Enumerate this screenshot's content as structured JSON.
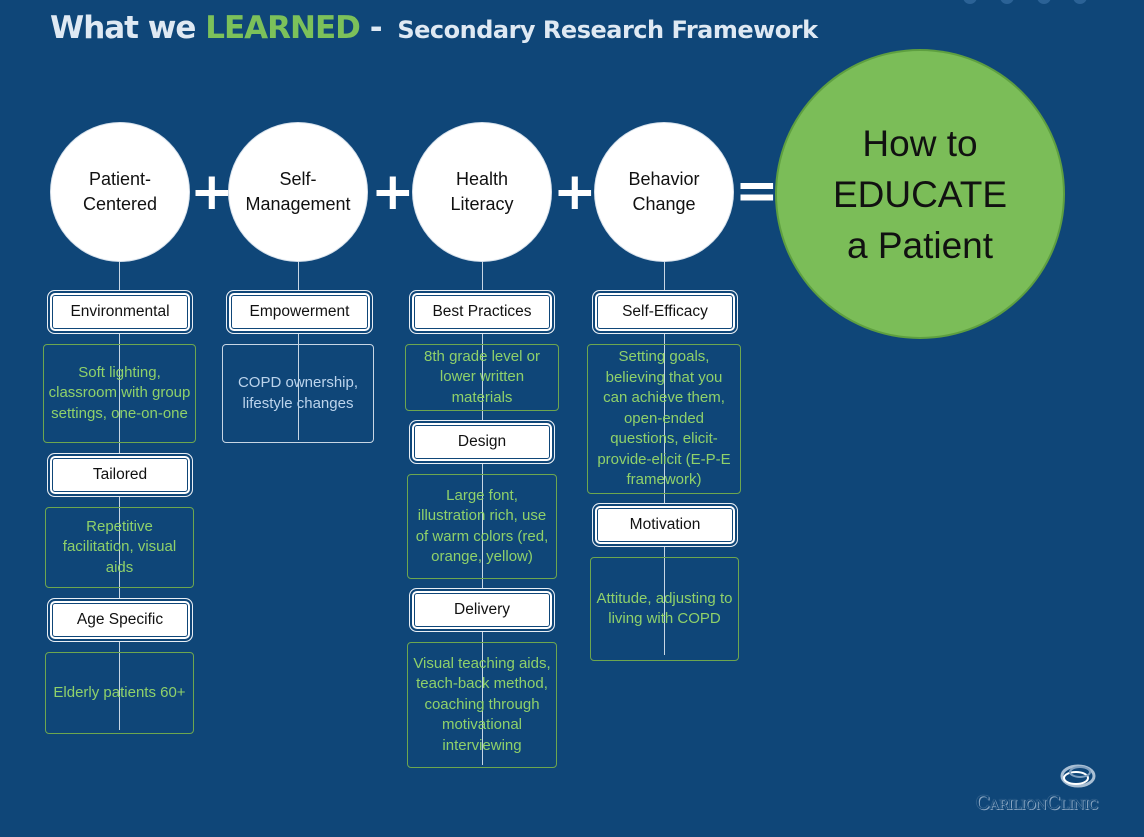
{
  "title": {
    "part1": "What we ",
    "part2": "LEARNED",
    "part3": " - ",
    "subtitle": "Secondary Research Framework"
  },
  "circles": [
    {
      "line1": "Patient-",
      "line2": "Centered"
    },
    {
      "line1": "Self-",
      "line2": "Management"
    },
    {
      "line1": "Health",
      "line2": "Literacy"
    },
    {
      "line1": "Behavior",
      "line2": "Change"
    }
  ],
  "operators": {
    "plus": "+",
    "equals": "="
  },
  "result": {
    "line1": "How to",
    "line2": "EDUCATE",
    "line3": "a Patient"
  },
  "columns": [
    {
      "headers": [
        "Environmental",
        "Tailored",
        "Age Specific"
      ],
      "descriptions": [
        "Soft lighting, classroom with group settings, one-on-one",
        "Repetitive facilitation, visual aids",
        "Elderly patients 60+"
      ]
    },
    {
      "headers": [
        "Empowerment"
      ],
      "descriptions": [
        "COPD ownership, lifestyle changes"
      ]
    },
    {
      "headers": [
        "Best Practices",
        "Design",
        "Delivery"
      ],
      "descriptions": [
        "8th grade level or lower written materials",
        "Large font, illustration rich, use of warm colors (red, orange, yellow)",
        "Visual teaching aids, teach-back method, coaching through motivational interviewing"
      ]
    },
    {
      "headers": [
        "Self-Efficacy",
        "Motivation"
      ],
      "descriptions": [
        "Setting goals, believing that you can achieve them, open-ended questions, elicit-provide-elicit (E-P-E framework)",
        "Attitude, adjusting to living with COPD"
      ]
    }
  ],
  "logo": {
    "text": "CarilionClinic"
  },
  "colors": {
    "background": "#0f4678",
    "accent_green": "#7bbd58",
    "text_green": "#8fd16a"
  }
}
